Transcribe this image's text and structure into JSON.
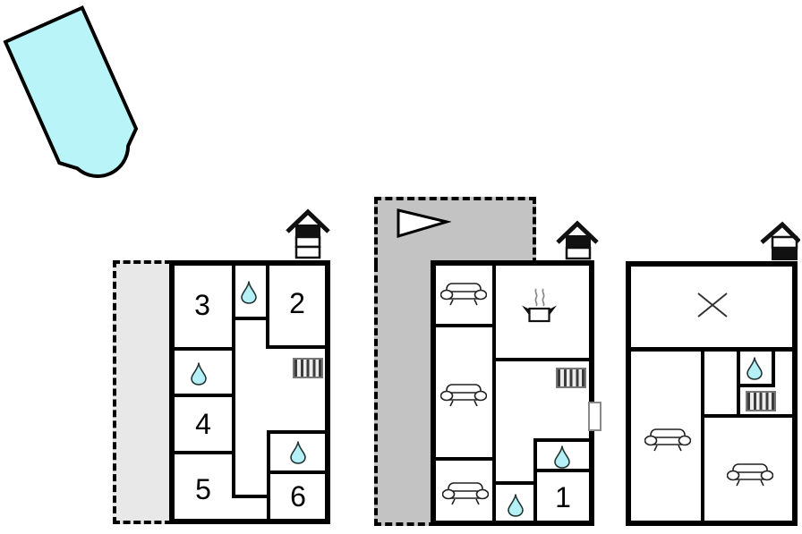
{
  "diagram_type": "holiday-home floor plan",
  "colors": {
    "pool_fill": "#B9F4F8",
    "water_drop_fill": "#B5F0F6",
    "terrace_left_fill": "#E8E8E8",
    "terrace_middle_fill": "#C3C3C3",
    "wall": "#000000",
    "background": "#FFFFFF"
  },
  "icons": {
    "pool": "swimming-pool",
    "water_drop": "bathroom-water-drop",
    "sofa": "sofa",
    "pot": "kitchen-pot-with-steam",
    "radiator": "radiator",
    "chimney": "fireplace-chimney-house",
    "flag": "flag-pennant",
    "cross": "x-cross-mark",
    "door": "door-opening"
  },
  "buildings": [
    {
      "id": "left-building",
      "rooms": [
        {
          "label": "3"
        },
        {
          "label": "2"
        },
        {
          "label": "4"
        },
        {
          "label": "5"
        },
        {
          "label": "6"
        }
      ],
      "bathroom_drops": 3,
      "radiators": 1,
      "chimney_icons": 1
    },
    {
      "id": "middle-building",
      "rooms": [
        {
          "label": "1"
        }
      ],
      "bathroom_drops": 2,
      "sofas": 3,
      "radiators": 1,
      "chimney_icons": 1,
      "doors": 1
    },
    {
      "id": "right-building",
      "rooms": [],
      "bathroom_drops": 1,
      "sofas": 2,
      "radiators": 1,
      "chimney_icons": 1,
      "cross_marks": 1
    }
  ]
}
